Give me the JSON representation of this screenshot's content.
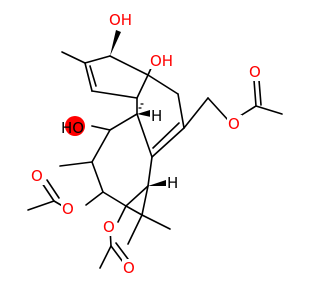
{
  "colors": {
    "oxygen": "#ff0000",
    "carbon": "#000000",
    "highlight": "#ff0000",
    "background": "#ffffff"
  },
  "labels": {
    "oh_top": "OH",
    "oh_ring_junction": "OH",
    "ho_highlighted": "HO",
    "h_top_stereo": "H",
    "h_cyclopropane": "H",
    "o_ester_right": "O",
    "o_carbonyl_right": "O",
    "o_ester_left": "O",
    "o_carbonyl_left": "O",
    "o_ester_bottom": "O",
    "o_carbonyl_bottom": "O"
  }
}
